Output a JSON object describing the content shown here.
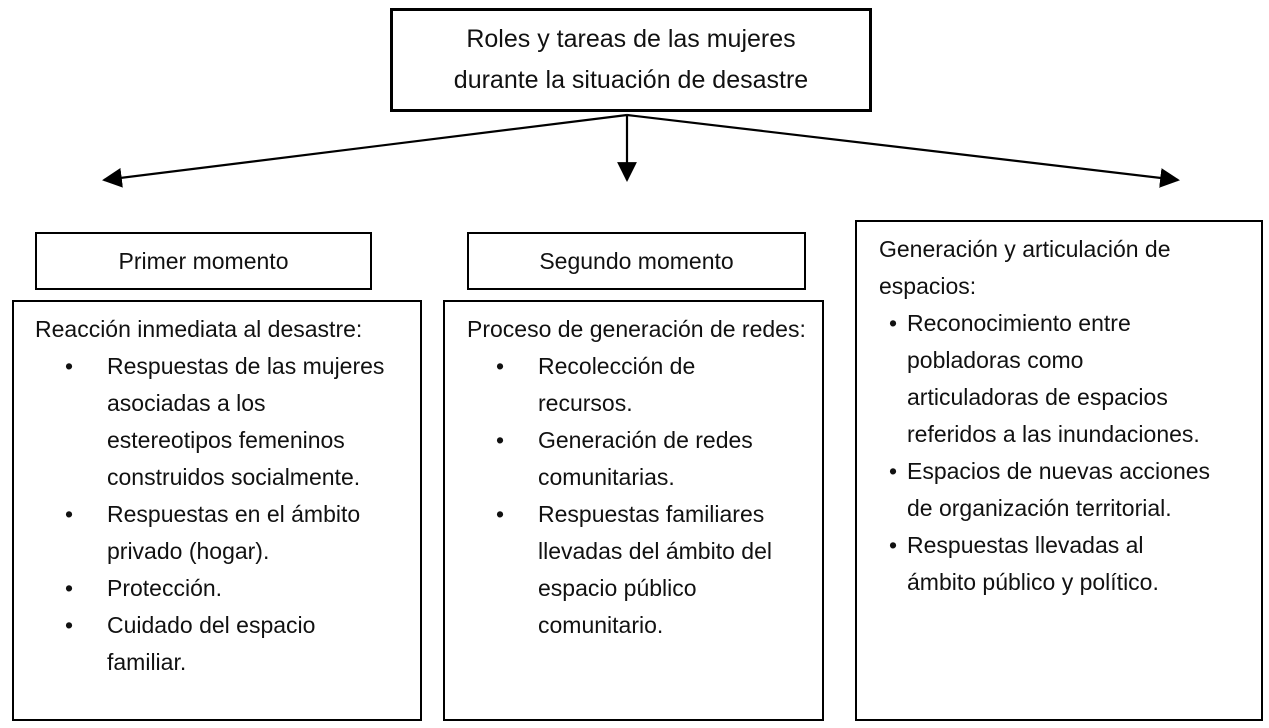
{
  "colors": {
    "background": "#ffffff",
    "border": "#000000",
    "text": "#111111"
  },
  "bullet_glyph": "•",
  "title": {
    "line1": "Roles y tareas de las mujeres",
    "line2": "durante la situación de desastre"
  },
  "columns": [
    {
      "header": "Primer momento",
      "intro": "Reacción inmediata al desastre:",
      "items": [
        "Respuestas de las mujeres asociadas a los estereotipos femeninos construidos socialmente.",
        "Respuestas en el ámbito privado (hogar).",
        "Protección.",
        "Cuidado del espacio familiar."
      ]
    },
    {
      "header": "Segundo momento",
      "intro": "Proceso de generación de redes:",
      "items": [
        "Recolección de recursos.",
        "Generación de redes comunitarias.",
        "Respuestas familiares llevadas del ámbito del espacio público comunitario."
      ]
    },
    {
      "intro": "Generación y articulación de espacios:",
      "items": [
        "Reconocimiento entre pobladoras como articuladoras de espacios referidos a las inundaciones.",
        "Espacios de nuevas acciones de organización territorial.",
        "Respuestas llevadas al ámbito público y político."
      ]
    }
  ]
}
